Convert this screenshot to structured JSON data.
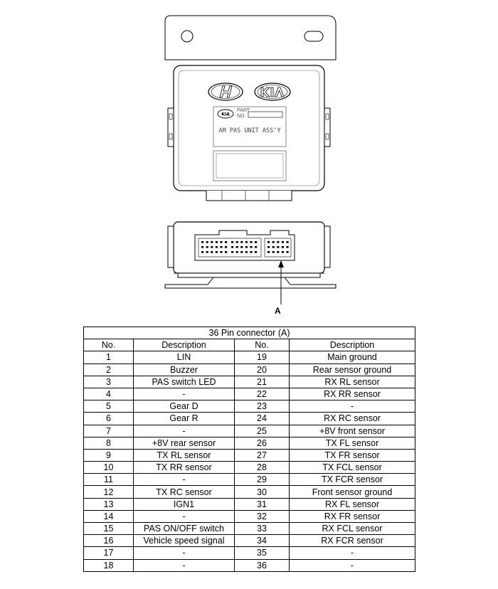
{
  "diagram": {
    "label_plate": {
      "part_line1": "PART",
      "part_line2": "NO.",
      "assembly_name": "AM PAS UNIT ASS'Y"
    },
    "logos": {
      "left_logo": "hyundai-logo",
      "right_logo": "kia-logo",
      "plate_logo": "kia-logo"
    },
    "callout": "A"
  },
  "table": {
    "title": "36 Pin connector (A)",
    "headers": [
      "No.",
      "Description",
      "No.",
      "Description"
    ],
    "rows": [
      [
        "1",
        "LIN",
        "19",
        "Main ground"
      ],
      [
        "2",
        "Buzzer",
        "20",
        "Rear sensor ground"
      ],
      [
        "3",
        "PAS switch LED",
        "21",
        "RX RL sensor"
      ],
      [
        "4",
        "-",
        "22",
        "RX RR sensor"
      ],
      [
        "5",
        "Gear D",
        "23",
        "-"
      ],
      [
        "6",
        "Gear R",
        "24",
        "RX RC sensor"
      ],
      [
        "7",
        "-",
        "25",
        "+8V front sensor"
      ],
      [
        "8",
        "+8V rear sensor",
        "26",
        "TX FL sensor"
      ],
      [
        "9",
        "TX RL sensor",
        "27",
        "TX FR sensor"
      ],
      [
        "10",
        "TX RR sensor",
        "28",
        "TX FCL sensor"
      ],
      [
        "11",
        "-",
        "29",
        "TX FCR sensor"
      ],
      [
        "12",
        "TX RC sensor",
        "30",
        "Front sensor ground"
      ],
      [
        "13",
        "IGN1",
        "31",
        "RX FL sensor"
      ],
      [
        "14",
        "-",
        "32",
        "RX FR sensor"
      ],
      [
        "15",
        "PAS ON/OFF switch",
        "33",
        "RX FCL sensor"
      ],
      [
        "16",
        "Vehicle speed signal",
        "34",
        "RX FCR sensor"
      ],
      [
        "17",
        "-",
        "35",
        "-"
      ],
      [
        "18",
        "-",
        "36",
        "-"
      ]
    ]
  }
}
